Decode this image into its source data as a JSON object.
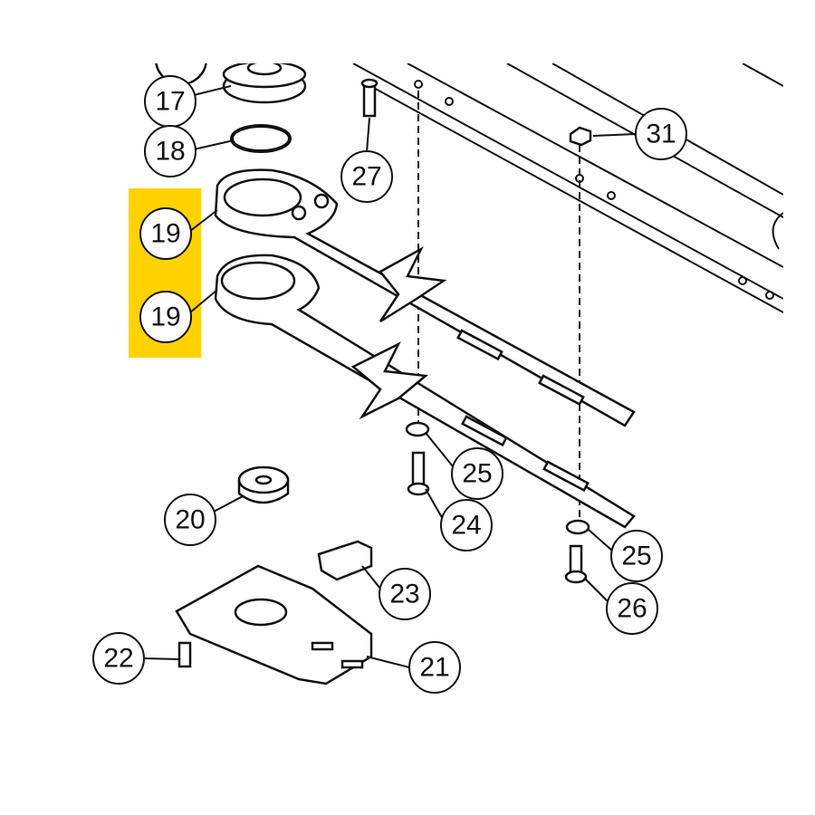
{
  "diagram": {
    "highlight_color": "#FFD200",
    "callouts": [
      {
        "id": "17",
        "label": "17"
      },
      {
        "id": "18",
        "label": "18"
      },
      {
        "id": "27",
        "label": "27"
      },
      {
        "id": "31",
        "label": "31"
      },
      {
        "id": "19a",
        "label": "19"
      },
      {
        "id": "19b",
        "label": "19"
      },
      {
        "id": "25a",
        "label": "25"
      },
      {
        "id": "24",
        "label": "24"
      },
      {
        "id": "20",
        "label": "20"
      },
      {
        "id": "25b",
        "label": "25"
      },
      {
        "id": "26",
        "label": "26"
      },
      {
        "id": "23",
        "label": "23"
      },
      {
        "id": "22",
        "label": "22"
      },
      {
        "id": "21",
        "label": "21"
      }
    ]
  }
}
